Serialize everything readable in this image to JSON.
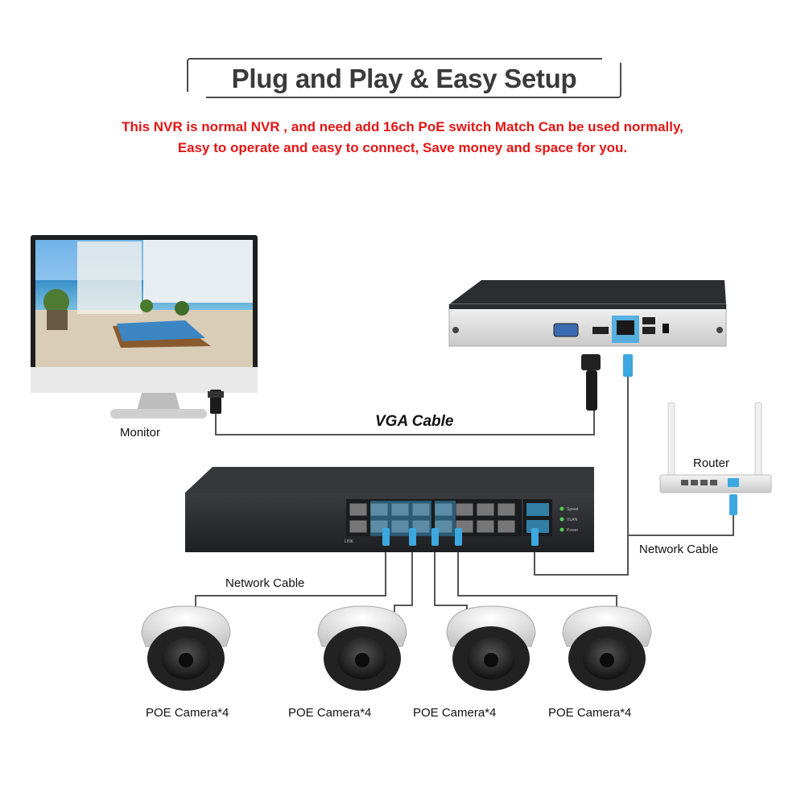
{
  "header": {
    "title": "Plug and Play & Easy Setup",
    "subtitle_line1": "This NVR is normal NVR , and need add 16ch PoE switch Match Can be used normally,",
    "subtitle_line2": "Easy to operate and easy to connect,   Save money and space for you."
  },
  "labels": {
    "monitor": "Monitor",
    "vga_cable": "VGA Cable",
    "router": "Router",
    "network_cable_right": "Network Cable",
    "network_cable_left": "Network Cable"
  },
  "switch_panel": {
    "link_label": "LINK",
    "speed_label": "Speed",
    "vlan_label": "VLAN",
    "power_label": "Power"
  },
  "cameras": [
    {
      "label": "POE Camera*4"
    },
    {
      "label": "POE Camera*4"
    },
    {
      "label": "POE Camera*4"
    },
    {
      "label": "POE Camera*4"
    }
  ],
  "colors": {
    "accent_red": "#e31515",
    "port_blue": "#3da8e0",
    "device_dark": "#2b2d30",
    "cable_gray": "#555555"
  },
  "icons": [
    "monitor-icon",
    "nvr-icon",
    "router-icon",
    "poe-switch-icon",
    "dome-camera-icon",
    "vga-plug-icon",
    "rj45-plug-icon"
  ]
}
